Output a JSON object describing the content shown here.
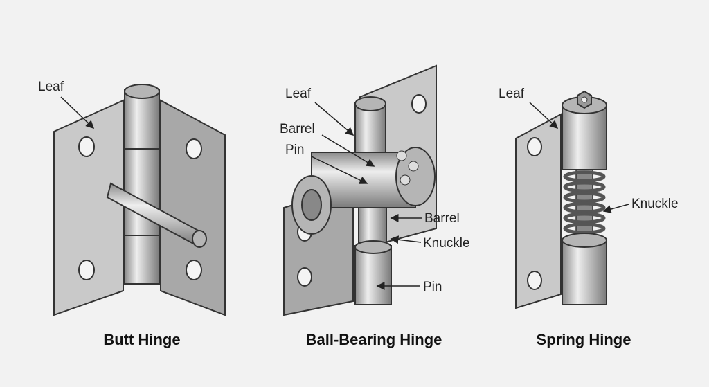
{
  "hinges": [
    {
      "title": "Butt Hinge",
      "labels": {
        "leaf": "Leaf"
      }
    },
    {
      "title": "Ball-Bearing Hinge",
      "labels": {
        "leaf": "Leaf",
        "barrel_top": "Barrel",
        "pin_top": "Pin",
        "barrel_right": "Barrel",
        "knuckle": "Knuckle",
        "pin_bottom": "Pin"
      }
    },
    {
      "title": "Spring Hinge",
      "labels": {
        "leaf": "Leaf",
        "knuckle": "Knuckle"
      }
    }
  ]
}
